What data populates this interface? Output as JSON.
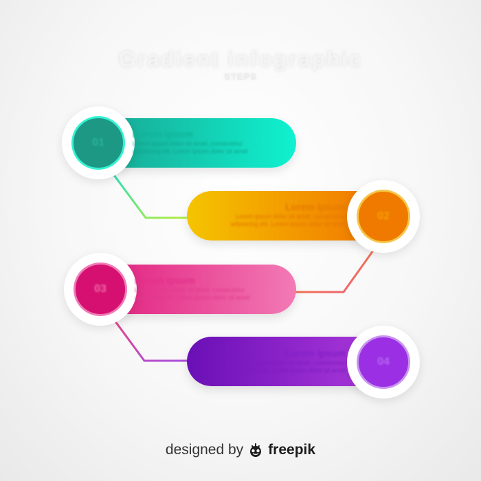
{
  "title": "Gradient infographic",
  "subtitle": "STEPS",
  "steps": [
    {
      "number": "01",
      "heading": "Lorem Ipsum",
      "body": "Lorem ipsum dolor sit amet, consectetur adipiscing elit. Lorem ipsum dolor sit amet"
    },
    {
      "number": "02",
      "heading": "Lorem Ipsum",
      "body": "Lorem ipsum dolor sit amet, consectetur adipiscing elit. Lorem ipsum dolor sit amet"
    },
    {
      "number": "03",
      "heading": "Lorem Ipsum",
      "body": "Lorem ipsum dolor sit amet, consectetur adipiscing elit. Lorem ipsum dolor sit amet"
    },
    {
      "number": "04",
      "heading": "Lorem Ipsum",
      "body": "Lorem ipsum dolor sit amet, consectetur adipiscing elit. Lorem ipsum dolor sit amet"
    }
  ],
  "colors": {
    "step1": [
      "#1a9f8c",
      "#0ff2d0"
    ],
    "step2": [
      "#f5c400",
      "#f06b00"
    ],
    "step3": [
      "#e0187a",
      "#f27ab5"
    ],
    "step4": [
      "#6a0fb6",
      "#b43ee0"
    ]
  },
  "credit": {
    "prefix": "designed by",
    "brand": "freepik",
    "logo_icon": "freepik-logo-icon"
  }
}
